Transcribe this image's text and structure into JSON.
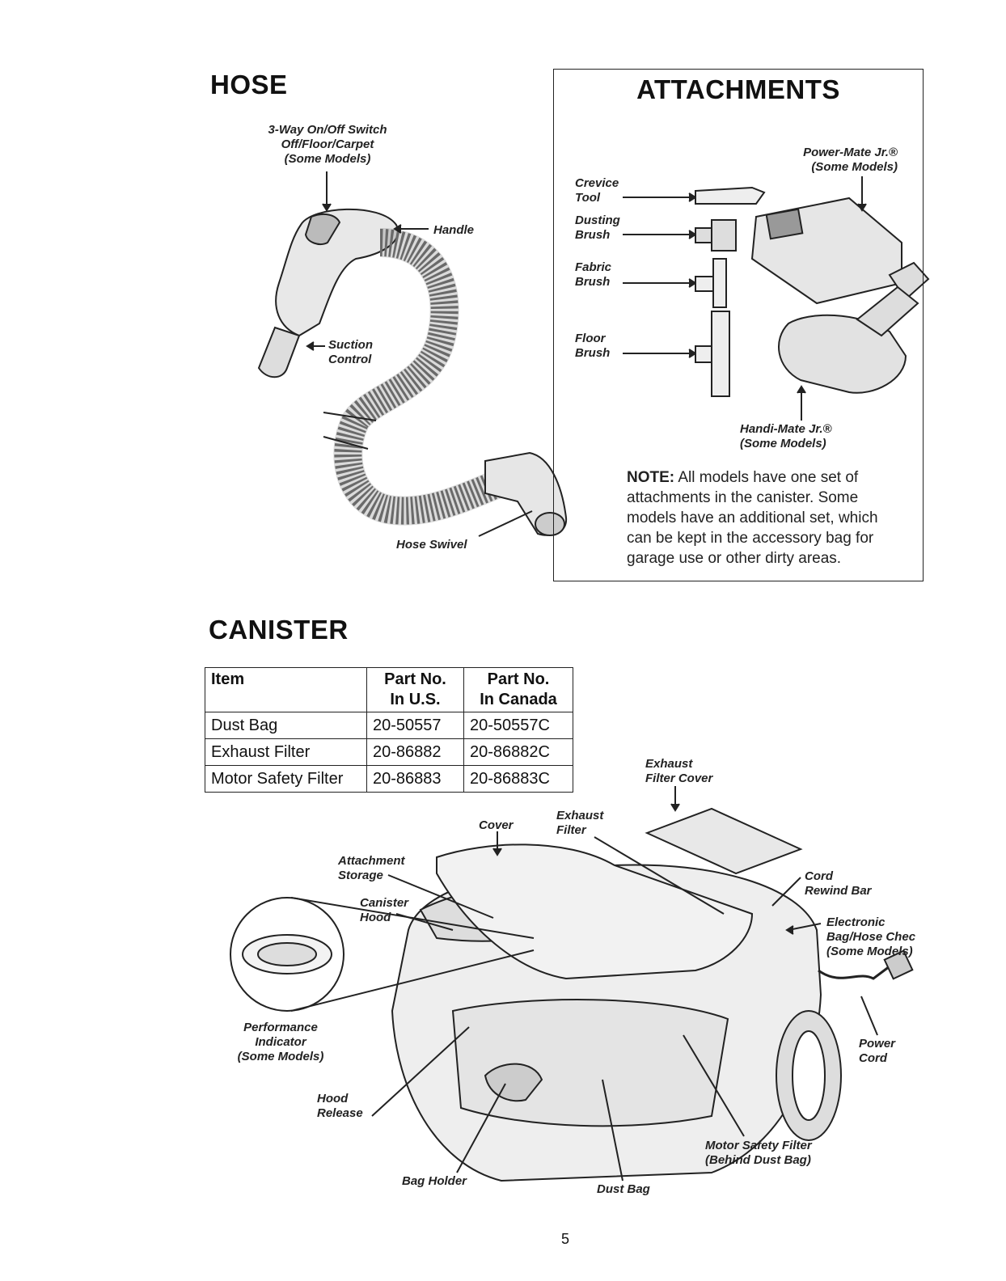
{
  "hose": {
    "title": "HOSE",
    "labels": {
      "switch_1": "3-Way On/Off Switch",
      "switch_2": "Off/Floor/Carpet",
      "switch_3": "(Some Models)",
      "handle": "Handle",
      "suction_1": "Suction",
      "suction_2": "Control",
      "swivel": "Hose Swivel"
    }
  },
  "attachments": {
    "title": "ATTACHMENTS",
    "labels": {
      "powermate_1": "Power-Mate Jr.®",
      "powermate_2": "(Some Models)",
      "crevice_1": "Crevice",
      "crevice_2": "Tool",
      "dusting_1": "Dusting",
      "dusting_2": "Brush",
      "fabric_1": "Fabric",
      "fabric_2": "Brush",
      "floor_1": "Floor",
      "floor_2": "Brush",
      "handimate_1": "Handi-Mate Jr.®",
      "handimate_2": "(Some Models)"
    },
    "note_label": "NOTE:",
    "note_lines": [
      "All models have one set of",
      "attachments in the canister. Some",
      "models have an additional set, which",
      "can be kept in the accessory bag for",
      "garage use or other dirty areas."
    ]
  },
  "canister": {
    "title": "CANISTER",
    "table": {
      "headers": [
        [
          "Item",
          ""
        ],
        [
          "Part No.",
          "In U.S."
        ],
        [
          "Part No.",
          "In Canada"
        ]
      ],
      "rows": [
        [
          "Dust Bag",
          "20-50557",
          "20-50557C"
        ],
        [
          "Exhaust Filter",
          "20-86882",
          "20-86882C"
        ],
        [
          "Motor Safety Filter",
          "20-86883",
          "20-86883C"
        ]
      ]
    },
    "labels": {
      "exhaust_cover_1": "Exhaust",
      "exhaust_cover_2": "Filter Cover",
      "exhaust_filter_1": "Exhaust",
      "exhaust_filter_2": "Filter",
      "cover": "Cover",
      "attach_storage_1": "Attachment",
      "attach_storage_2": "Storage",
      "canister_hood_1": "Canister",
      "canister_hood_2": "Hood",
      "cord_rewind_1": "Cord",
      "cord_rewind_2": "Rewind Bar",
      "electronic_1": "Electronic",
      "electronic_2": "Bag/Hose Chec",
      "electronic_3": "(Some Models)",
      "perf_1": "Performance",
      "perf_2": "Indicator",
      "perf_3": "(Some Models)",
      "power_cord_1": "Power",
      "power_cord_2": "Cord",
      "hood_release_1": "Hood",
      "hood_release_2": "Release",
      "motor_filter_1": "Motor Safety Filter",
      "motor_filter_2": "(Behind Dust Bag)",
      "bag_holder": "Bag Holder",
      "dust_bag": "Dust Bag"
    }
  },
  "page_number": "5"
}
